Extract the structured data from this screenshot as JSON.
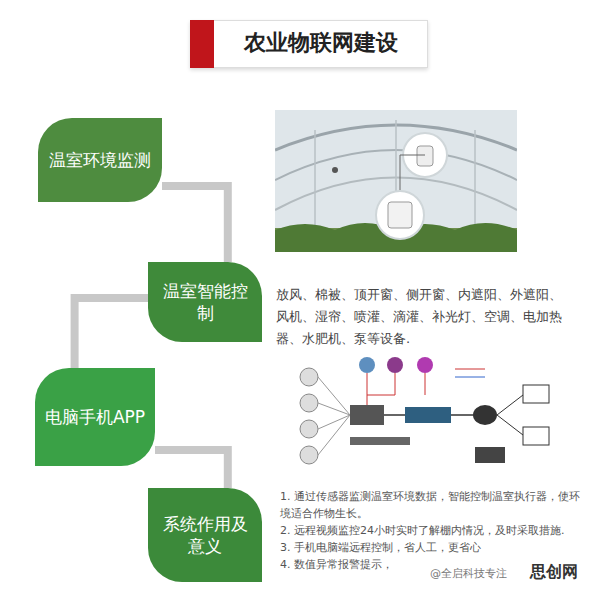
{
  "diagram": {
    "title": "农业物联网建设",
    "nodes": [
      {
        "text": [
          "温室环境监测"
        ]
      },
      {
        "text": [
          "温室智能控制"
        ]
      },
      {
        "text": [
          "电脑手机APP"
        ]
      },
      {
        "text": [
          "系统作用及意义"
        ]
      }
    ],
    "edges": [
      {
        "from": 0,
        "to": 1,
        "arrow": "none"
      },
      {
        "from": 1,
        "to": 2,
        "arrow": "none"
      },
      {
        "from": 2,
        "to": 3,
        "arrow": "none"
      }
    ],
    "labels": [
      "放风、棉被、顶开窗、侧开窗、内遮阳、外遮阳、风机、湿帘、喷灌、滴灌、补光灯、空调、电加热器、水肥机、泵等设备.",
      "1. 通过传感器监测温室环境数据，智能控制温室执行器，使环境适合作物生长。",
      "2. 远程视频监控24小时实时了解棚内情况，及时采取措施.",
      "3. 手机电脑端远程控制，省人工，更省心",
      "4. 数值异常报警提示，",
      "@全启科技专注",
      "思创网"
    ]
  }
}
